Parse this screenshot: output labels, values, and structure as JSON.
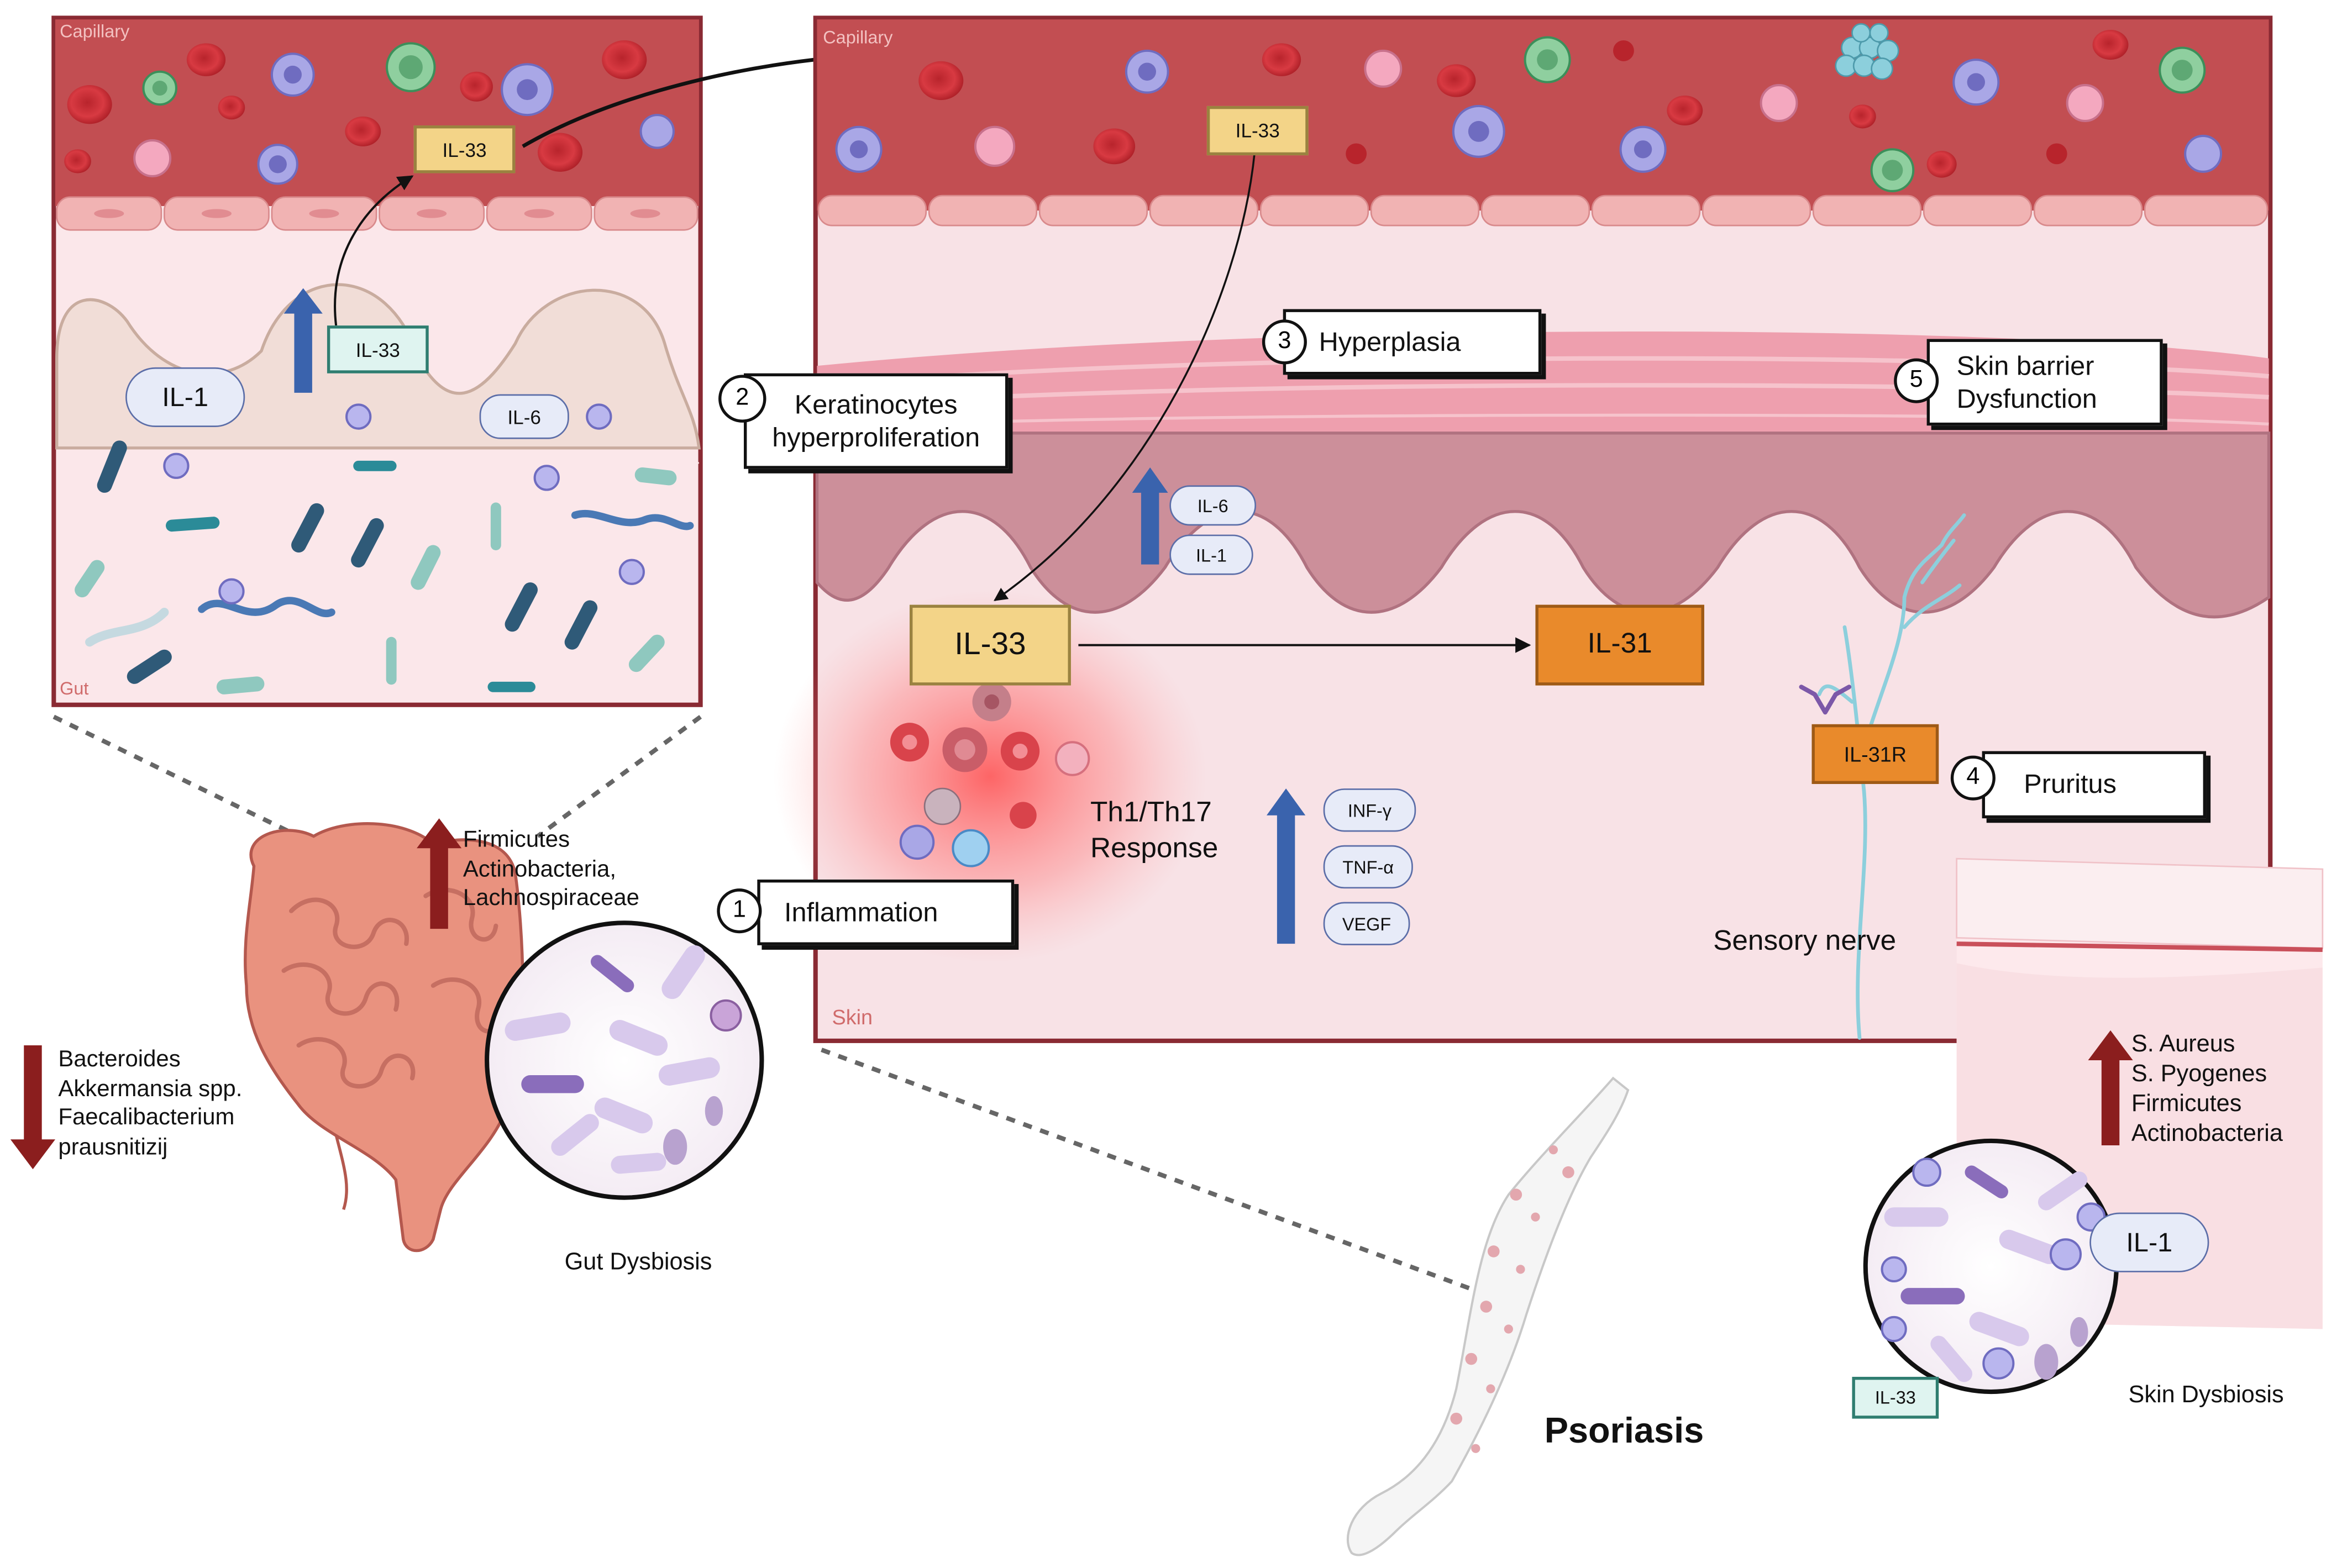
{
  "gut_panel": {
    "capillary_label": "Capillary",
    "gut_label": "Gut",
    "il33_top": "IL-33",
    "il33_epi": "IL-33",
    "il1": "IL-1",
    "il6": "IL-6"
  },
  "skin_panel": {
    "capillary_label": "Capillary",
    "skin_label": "Skin",
    "il33_top": "IL-33",
    "il33_main": "IL-33",
    "il31": "IL-31",
    "il31r": "IL-31R",
    "il6": "IL-6",
    "il1": "IL-1",
    "cytokines": [
      "INF-γ",
      "TNF-α",
      "VEGF"
    ],
    "th_response": [
      "Th1/Th17",
      "Response"
    ],
    "sensory_nerve": "Sensory nerve"
  },
  "callouts": [
    {
      "number": "1",
      "lines": [
        "Inflammation"
      ]
    },
    {
      "number": "2",
      "lines": [
        "Keratinocytes",
        "hyperproliferation"
      ]
    },
    {
      "number": "3",
      "lines": [
        "Hyperplasia"
      ]
    },
    {
      "number": "4",
      "lines": [
        "Pruritus"
      ]
    },
    {
      "number": "5",
      "lines": [
        "Skin barrier",
        "Dysfunction"
      ]
    }
  ],
  "gut_dysbiosis": {
    "increased": [
      "Firmicutes",
      "Actinobacteria,",
      "Lachnospiraceae"
    ],
    "decreased": [
      "Bacteroides",
      "Akkermansia spp.",
      "Faecalibacterium",
      "prausnitizij"
    ],
    "label": "Gut Dysbiosis"
  },
  "skin_dysbiosis": {
    "increased": [
      "S. Aureus",
      "S. Pyogenes",
      "Firmicutes",
      "Actinobacteria"
    ],
    "il1": "IL-1",
    "il33": "IL-33",
    "label": "Skin Dysbiosis"
  },
  "psoriasis_label": "Psoriasis",
  "colors": {
    "capillary": "#c24e52",
    "tissue": "#f7dfe3",
    "frame": "#8a2a33",
    "il33_fill": "#f3d488",
    "il31_fill": "#e98a2b",
    "up_arrow_blue": "#3a63ad",
    "dysbiosis_arrow": "#8b1e1e"
  }
}
